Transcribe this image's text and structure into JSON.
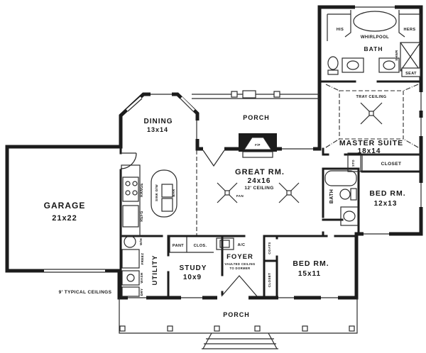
{
  "plan_note": "9' TYPICAL CEILINGS",
  "rooms": {
    "garage": {
      "name": "GARAGE",
      "dims": "21x22"
    },
    "dining": {
      "name": "DINING",
      "dims": "13x14"
    },
    "porch_top": {
      "name": "PORCH"
    },
    "porch_bottom": {
      "name": "PORCH"
    },
    "great": {
      "name": "GREAT RM.",
      "dims": "24x16",
      "ceiling": "12' CEILING"
    },
    "master": {
      "name": "MASTER SUITE",
      "dims": "18x14",
      "ceiling": "TRAY CEILING"
    },
    "master_bath": {
      "name": "BATH"
    },
    "hall_bath": {
      "name": "BATH"
    },
    "bed1": {
      "name": "BED RM.",
      "dims": "12x13"
    },
    "bed2": {
      "name": "BED RM.",
      "dims": "15x11"
    },
    "study": {
      "name": "STUDY",
      "dims": "10x9"
    },
    "utility": {
      "name": "UTILITY"
    },
    "foyer": {
      "name": "FOYER",
      "note1": "VAULTED CEILING",
      "note2": "TO DORMER"
    }
  },
  "fixtures": {
    "whirlpool": "WHIRLPOOL",
    "his": "HIS",
    "hers": "HERS",
    "shwr": "SHWR",
    "seat": "SEAT",
    "sto": "STO",
    "closet_master": "CLOSET",
    "closet_hall": "CLOSET",
    "coats": "COATS",
    "range": "RANGE",
    "refg": "REFG",
    "sink_dw": "SINK D/W",
    "bar": "BAR",
    "wh": "W/H",
    "freez": "FREEZ",
    "wash": "WASH",
    "dry": "DRY",
    "pant": "PANT",
    "clos": "CLOS.",
    "ac": "A/C",
    "fp": "F/P",
    "fan": "FAN"
  },
  "colors": {
    "wall": "#1c1c1c",
    "line": "#2b2b2b",
    "background": "#ffffff"
  }
}
